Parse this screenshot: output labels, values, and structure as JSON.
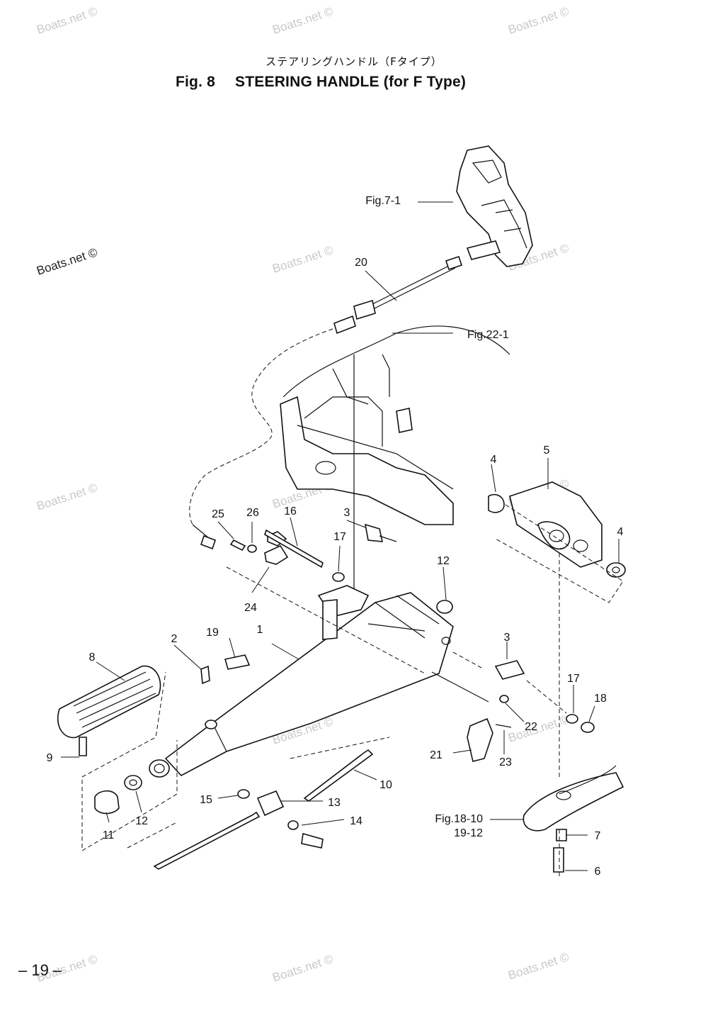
{
  "header": {
    "jp_title": "ステアリングハンドル（Fタイプ）",
    "fig_number": "Fig. 8",
    "title": "STEERING HANDLE (for F Type)"
  },
  "footer": {
    "page_number": "– 19 –"
  },
  "watermark": {
    "text": "Boats.net ©"
  },
  "callouts": {
    "c1": "1",
    "c2": "2",
    "c3a": "3",
    "c3b": "3",
    "c4a": "4",
    "c4b": "4",
    "c5": "5",
    "c6": "6",
    "c7": "7",
    "c8": "8",
    "c9": "9",
    "c10": "10",
    "c11": "11",
    "c12a": "12",
    "c12b": "12",
    "c13": "13",
    "c14": "14",
    "c15": "15",
    "c16": "16",
    "c17a": "17",
    "c17b": "17",
    "c18": "18",
    "c19": "19",
    "c20": "20",
    "c21": "21",
    "c22": "22",
    "c23": "23",
    "c24": "24",
    "c25": "25",
    "c26": "26"
  },
  "references": {
    "fig7_1": "Fig.7-1",
    "fig22_1": "Fig.22-1",
    "fig18_10": "Fig.18-10",
    "fig19_12": "19-12"
  }
}
